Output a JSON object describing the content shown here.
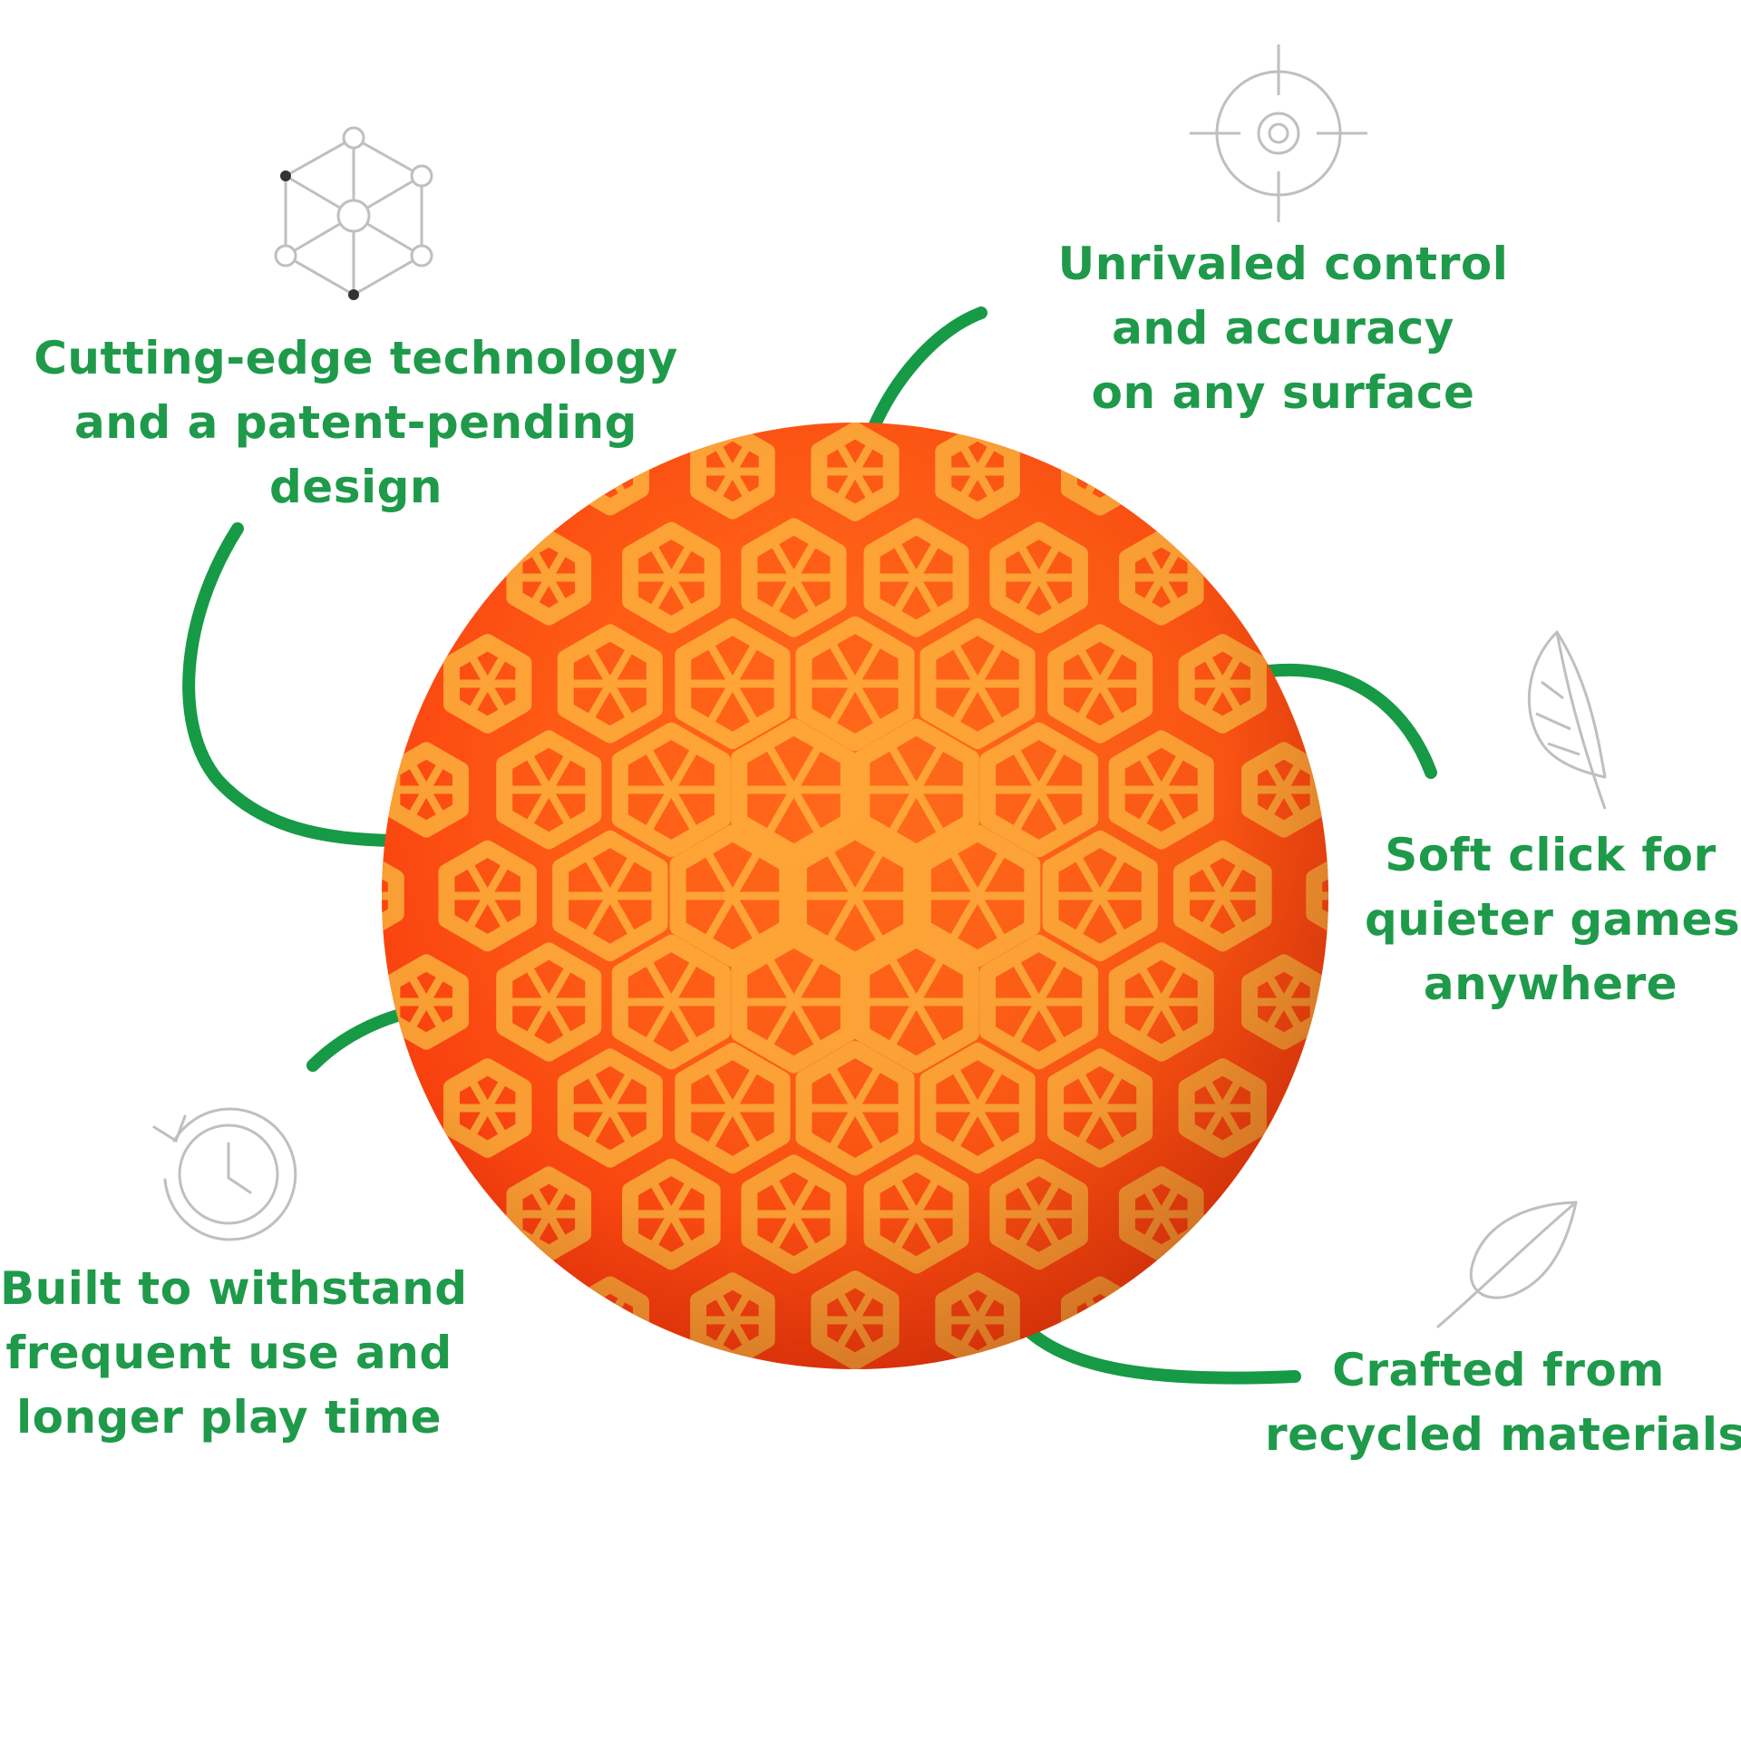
{
  "colors": {
    "text": "#1e9a4a",
    "connector": "#169a45",
    "ball_light": "#ffa436",
    "ball_dark": "#ff4a12",
    "icon_stroke": "#bfbfbf"
  },
  "features": [
    {
      "id": "technology",
      "icon": "molecule-cube-icon",
      "lines": [
        "Cutting-edge technology",
        "and a patent-pending",
        "design"
      ]
    },
    {
      "id": "control",
      "icon": "crosshair-target-icon",
      "lines": [
        "Unrivaled control",
        "and accuracy",
        "on any surface"
      ]
    },
    {
      "id": "soft-click",
      "icon": "feather-icon",
      "lines": [
        "Soft click for",
        "quieter games",
        "anywhere"
      ]
    },
    {
      "id": "durability",
      "icon": "clock-refresh-icon",
      "lines": [
        "Built to withstand",
        "frequent use and",
        "longer play time"
      ]
    },
    {
      "id": "recycled",
      "icon": "leaf-icon",
      "lines": [
        "Crafted from",
        "recycled materials"
      ]
    }
  ]
}
